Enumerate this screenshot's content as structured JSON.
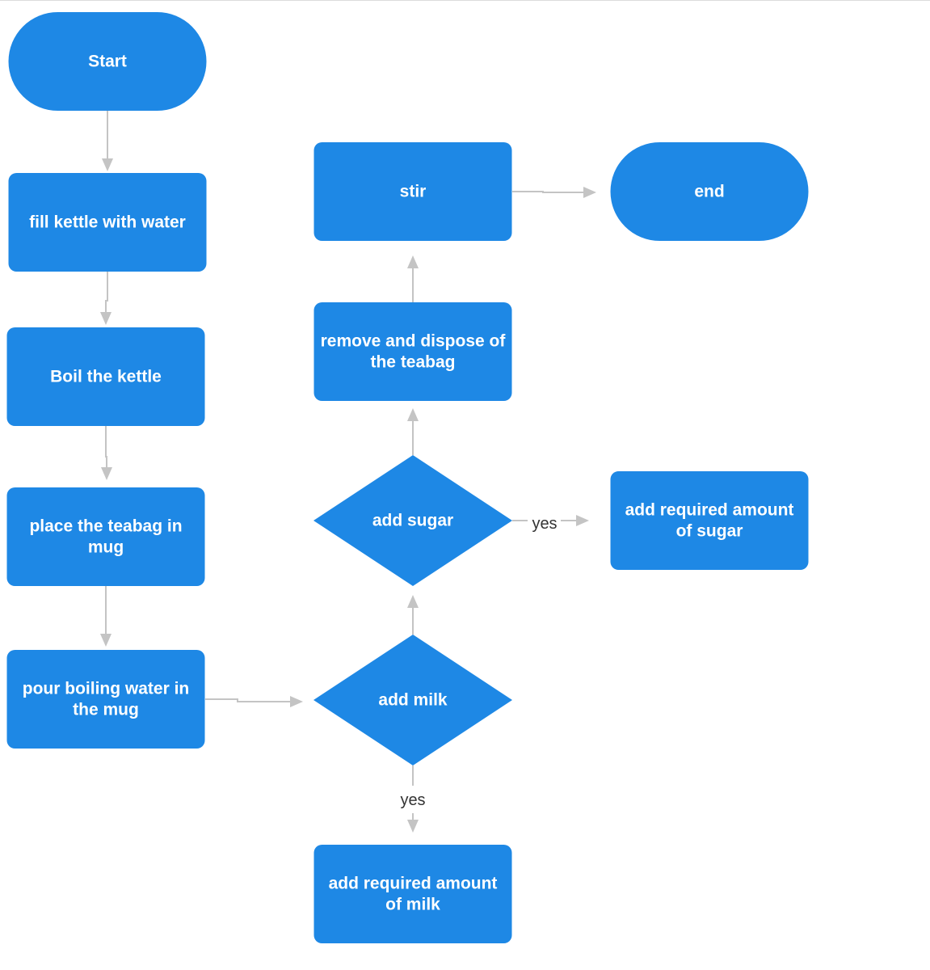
{
  "diagram": {
    "colors": {
      "node_fill": "#1e88e5",
      "node_text": "#ffffff",
      "edge_stroke": "#c4c4c4",
      "edge_label_text": "#333333",
      "background": "#ffffff"
    },
    "nodes": {
      "start": {
        "shape": "terminal",
        "label": "Start"
      },
      "fill_kettle": {
        "shape": "process",
        "label": "fill kettle with water"
      },
      "boil_kettle": {
        "shape": "process",
        "label": "Boil the kettle"
      },
      "place_teabag": {
        "shape": "process",
        "label_lines": [
          "place the teabag in",
          "mug"
        ]
      },
      "pour_water": {
        "shape": "process",
        "label_lines": [
          "pour boiling water in",
          "the mug"
        ]
      },
      "add_milk": {
        "shape": "decision",
        "label": "add milk"
      },
      "milk_amount": {
        "shape": "process",
        "label_lines": [
          "add required amount",
          "of milk"
        ]
      },
      "add_sugar": {
        "shape": "decision",
        "label": "add sugar"
      },
      "sugar_amount": {
        "shape": "process",
        "label_lines": [
          "add required amount",
          "of sugar"
        ]
      },
      "remove_teabag": {
        "shape": "process",
        "label_lines": [
          "remove and dispose of",
          "the teabag"
        ]
      },
      "stir": {
        "shape": "process",
        "label": "stir"
      },
      "end": {
        "shape": "terminal",
        "label": "end"
      }
    },
    "edges": [
      {
        "from": "start",
        "to": "fill_kettle",
        "label": ""
      },
      {
        "from": "fill_kettle",
        "to": "boil_kettle",
        "label": ""
      },
      {
        "from": "boil_kettle",
        "to": "place_teabag",
        "label": ""
      },
      {
        "from": "place_teabag",
        "to": "pour_water",
        "label": ""
      },
      {
        "from": "pour_water",
        "to": "add_milk",
        "label": ""
      },
      {
        "from": "add_milk",
        "to": "milk_amount",
        "label": "yes"
      },
      {
        "from": "add_milk",
        "to": "add_sugar",
        "label": ""
      },
      {
        "from": "add_sugar",
        "to": "sugar_amount",
        "label": "yes"
      },
      {
        "from": "add_sugar",
        "to": "remove_teabag",
        "label": ""
      },
      {
        "from": "remove_teabag",
        "to": "stir",
        "label": ""
      },
      {
        "from": "stir",
        "to": "end",
        "label": ""
      }
    ]
  }
}
